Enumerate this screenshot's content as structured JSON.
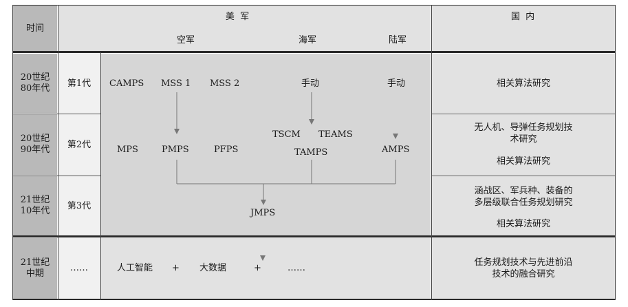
{
  "header": {
    "time": "时间",
    "us": "美  军",
    "air": "空军",
    "navy": "海军",
    "army": "陆军",
    "domestic": "国  内"
  },
  "rows": [
    {
      "era": "20世纪\n80年代",
      "gen": "第1代"
    },
    {
      "era": "20世纪\n90年代",
      "gen": "第2代"
    },
    {
      "era": "21世纪\n10年代",
      "gen": "第3代"
    },
    {
      "era": "21世纪\n中期",
      "gen": "……"
    }
  ],
  "systems": {
    "camps": "CAMPS",
    "mss1": "MSS 1",
    "mss2": "MSS 2",
    "navy_manual": "手动",
    "army_manual": "手动",
    "mps": "MPS",
    "pmps": "PMPS",
    "pfps": "PFPS",
    "tscm": "TSCM",
    "teams": "TEAMS",
    "tamps": "TAMPS",
    "amps": "AMPS",
    "jmps": "JMPS"
  },
  "future": {
    "ai": "人工智能",
    "plus1": "+",
    "bigdata": "大数据",
    "plus2": "+",
    "more": "……"
  },
  "domestic": {
    "r1": "相关算法研究",
    "r2a": "无人机、导弹任务规划技",
    "r2b": "术研究",
    "r2c": "相关算法研究",
    "r3a": "涵战区、军兵种、装备的",
    "r3b": "多层级联合任务规划研究",
    "r3c": "相关算法研究",
    "r4a": "任务规划技术与先进前沿",
    "r4b": "技术的融合研究"
  }
}
